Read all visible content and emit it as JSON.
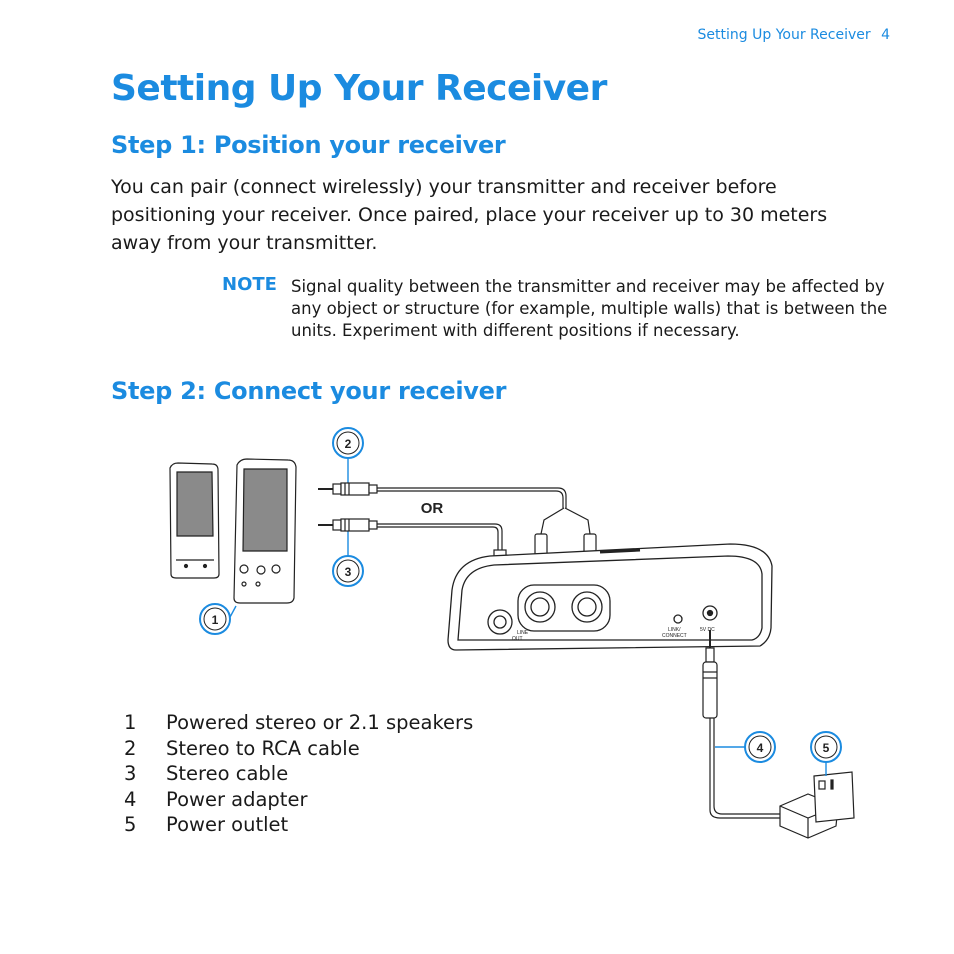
{
  "header": {
    "running_title": "Setting Up Your Receiver",
    "page_number": "4"
  },
  "title": "Setting Up Your Receiver",
  "step1": {
    "heading": "Step 1: Position your receiver",
    "body": "You can pair (connect wirelessly) your transmitter and receiver before positioning your receiver. Once paired, place your receiver up to 30 meters away from your transmitter.",
    "note_label": "NOTE",
    "note_text": "Signal quality between the transmitter and receiver may be affected by any object or structure (for example, multiple walls) that is between the units. Experiment with different positions if necessary."
  },
  "step2": {
    "heading": "Step 2: Connect your receiver"
  },
  "diagram": {
    "or_label": "OR",
    "callouts": [
      "1",
      "2",
      "3",
      "4",
      "5"
    ],
    "receiver_labels": {
      "line_out": "LINE\nOUT",
      "link_connect": "LINK/\nCONNECT",
      "dc_in": "5V DC"
    },
    "accent_color": "#1b8be0"
  },
  "legend": [
    {
      "num": "1",
      "label": "Powered stereo or 2.1 speakers"
    },
    {
      "num": "2",
      "label": "Stereo to RCA cable"
    },
    {
      "num": "3",
      "label": "Stereo cable"
    },
    {
      "num": "4",
      "label": "Power adapter"
    },
    {
      "num": "5",
      "label": "Power outlet"
    }
  ]
}
